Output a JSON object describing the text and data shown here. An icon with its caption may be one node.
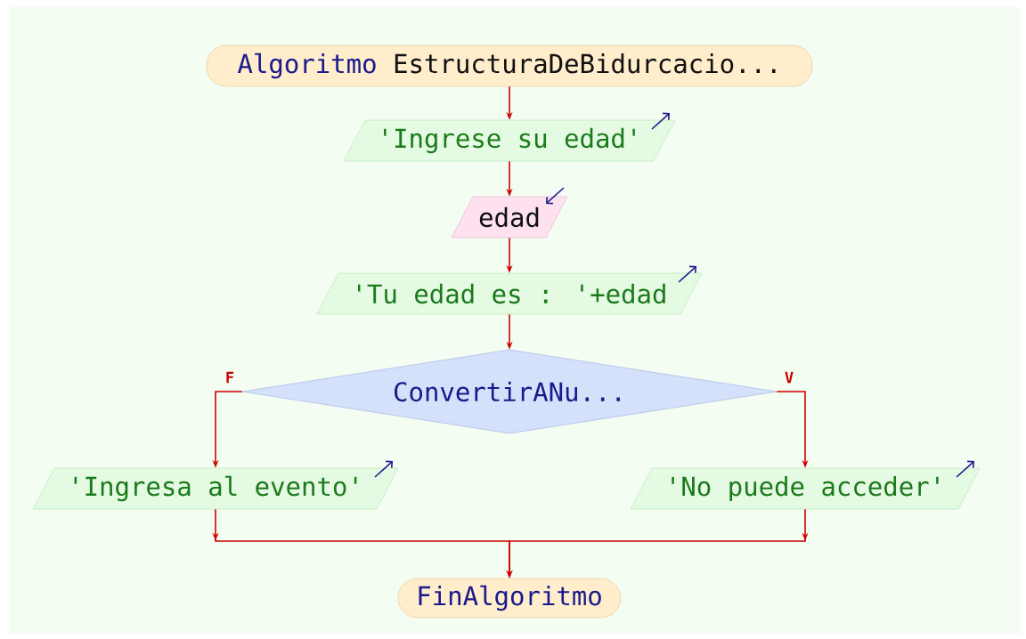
{
  "diagram": {
    "nodes": [
      {
        "text": [
          "Algoritmo",
          "EstructuraDeBidurcacio..."
        ]
      },
      {
        "text": [
          "'Ingrese su edad'"
        ]
      },
      {
        "text": [
          "edad"
        ]
      },
      {
        "text": [
          "'Tu edad es : '+edad"
        ]
      },
      {
        "text": [
          "ConvertirANu..."
        ]
      },
      {
        "text": [
          "'Ingresa al evento'"
        ]
      },
      {
        "text": [
          "'No puede acceder'"
        ]
      },
      {
        "text": [
          "FinAlgoritmo"
        ]
      }
    ],
    "edges": [
      {
        "from": 0,
        "to": 1,
        "arrow": "to"
      },
      {
        "from": 1,
        "to": 2,
        "arrow": "to"
      },
      {
        "from": 2,
        "to": 3,
        "arrow": "to"
      },
      {
        "from": 3,
        "to": 4,
        "arrow": "to"
      },
      {
        "from": 4,
        "to": 5,
        "arrow": "to",
        "label": "F"
      },
      {
        "from": 4,
        "to": 6,
        "arrow": "to",
        "label": "V"
      },
      {
        "from": 5,
        "to": 7,
        "arrow": "to"
      },
      {
        "from": 6,
        "to": 7,
        "arrow": "to"
      }
    ]
  }
}
